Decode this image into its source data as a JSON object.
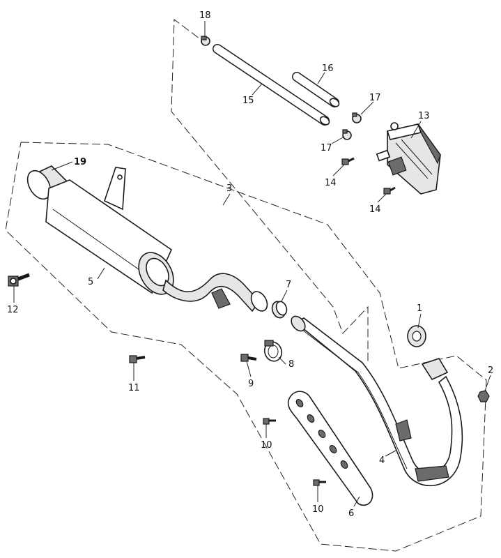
{
  "diagram": {
    "type": "exploded-parts-diagram",
    "callouts": [
      {
        "id": "c1",
        "label": "1"
      },
      {
        "id": "c2",
        "label": "2"
      },
      {
        "id": "c3",
        "label": "3"
      },
      {
        "id": "c4",
        "label": "4"
      },
      {
        "id": "c5",
        "label": "5"
      },
      {
        "id": "c6",
        "label": "6"
      },
      {
        "id": "c7",
        "label": "7"
      },
      {
        "id": "c8",
        "label": "8"
      },
      {
        "id": "c9",
        "label": "9"
      },
      {
        "id": "c10a",
        "label": "10"
      },
      {
        "id": "c10b",
        "label": "10"
      },
      {
        "id": "c11",
        "label": "11"
      },
      {
        "id": "c12",
        "label": "12"
      },
      {
        "id": "c13",
        "label": "13"
      },
      {
        "id": "c14a",
        "label": "14"
      },
      {
        "id": "c14b",
        "label": "14"
      },
      {
        "id": "c15",
        "label": "15"
      },
      {
        "id": "c16",
        "label": "16"
      },
      {
        "id": "c17a",
        "label": "17"
      },
      {
        "id": "c17b",
        "label": "17"
      },
      {
        "id": "c18",
        "label": "18"
      },
      {
        "id": "c19",
        "label": "19"
      }
    ]
  }
}
